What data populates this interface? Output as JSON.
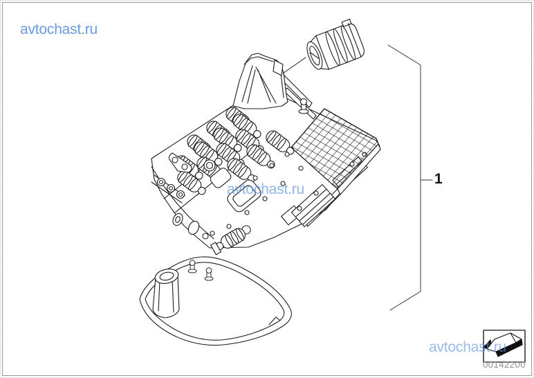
{
  "page": {
    "background": "#ffffff",
    "frame_color": "#9b9b9b"
  },
  "watermark": {
    "text": "avtochast.ru",
    "color": "#5b92dc"
  },
  "callout": {
    "label": "1"
  },
  "stamp": {
    "icon_name": "wedge-chisel-icon",
    "image_number": "00142200"
  },
  "drawing": {
    "ink_color": "#1b1b1b"
  }
}
